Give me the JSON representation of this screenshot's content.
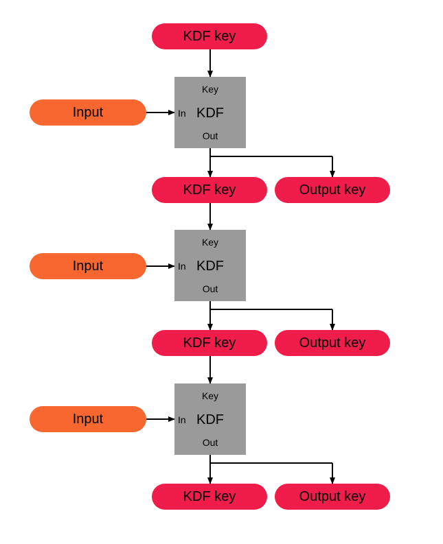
{
  "colors": {
    "key": "#f01d4b",
    "input": "#f7672f",
    "box": "#9a9a9a",
    "line": "#000000"
  },
  "top_key": {
    "label": "KDF key"
  },
  "stages": [
    {
      "input_label": "Input",
      "box": {
        "key_label": "Key",
        "in_label": "In",
        "name": "KDF",
        "out_label": "Out"
      },
      "kdf_key_label": "KDF key",
      "output_key_label": "Output key"
    },
    {
      "input_label": "Input",
      "box": {
        "key_label": "Key",
        "in_label": "In",
        "name": "KDF",
        "out_label": "Out"
      },
      "kdf_key_label": "KDF key",
      "output_key_label": "Output key"
    },
    {
      "input_label": "Input",
      "box": {
        "key_label": "Key",
        "in_label": "In",
        "name": "KDF",
        "out_label": "Out"
      },
      "kdf_key_label": "KDF key",
      "output_key_label": "Output key"
    }
  ]
}
